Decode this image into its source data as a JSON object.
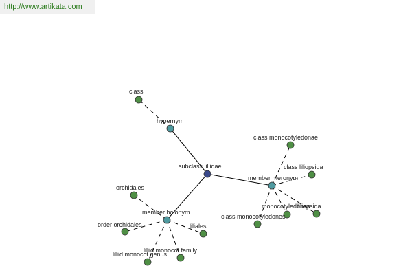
{
  "header": {
    "url": "http://www.artikata.com"
  },
  "colors": {
    "center": "#3b4a8c",
    "relation": "#4f9aa0",
    "leaf": "#4f8f45",
    "link": "#2e7d1f"
  },
  "graph": {
    "nodes": [
      {
        "id": "center",
        "label": "subclass liliidae"
      },
      {
        "id": "hypernym",
        "label": "hypernym"
      },
      {
        "id": "class",
        "label": "class"
      },
      {
        "id": "meronym",
        "label": "member meronym"
      },
      {
        "id": "monocotyledonae",
        "label": "class monocotyledonae"
      },
      {
        "id": "liliopsida",
        "label": "class liliopsida"
      },
      {
        "id": "monocotyledones",
        "label": "monocotyledones"
      },
      {
        "id": "liliopsida2",
        "label": "liliopsida"
      },
      {
        "id": "classmonocotyledones",
        "label": "class monocotyledones"
      },
      {
        "id": "holonym",
        "label": "member holonym"
      },
      {
        "id": "orchidales",
        "label": "orchidales"
      },
      {
        "id": "orderorchidales",
        "label": "order orchidales"
      },
      {
        "id": "liliales",
        "label": "liliales"
      },
      {
        "id": "monocotfamily",
        "label": "liliid monocot family"
      },
      {
        "id": "monocotgenus",
        "label": "liliid monocot genus"
      }
    ],
    "edges": [
      [
        "center",
        "hypernym",
        "solid"
      ],
      [
        "center",
        "meronym",
        "solid"
      ],
      [
        "center",
        "holonym",
        "solid"
      ],
      [
        "hypernym",
        "class",
        "dashed"
      ],
      [
        "meronym",
        "monocotyledonae",
        "dashed"
      ],
      [
        "meronym",
        "liliopsida",
        "dashed"
      ],
      [
        "meronym",
        "monocotyledones",
        "dashed"
      ],
      [
        "meronym",
        "liliopsida2",
        "dashed"
      ],
      [
        "meronym",
        "classmonocotyledones",
        "dashed"
      ],
      [
        "holonym",
        "orchidales",
        "dashed"
      ],
      [
        "holonym",
        "orderorchidales",
        "dashed"
      ],
      [
        "holonym",
        "liliales",
        "dashed"
      ],
      [
        "holonym",
        "monocotfamily",
        "dashed"
      ],
      [
        "holonym",
        "monocotgenus",
        "dashed"
      ]
    ]
  }
}
